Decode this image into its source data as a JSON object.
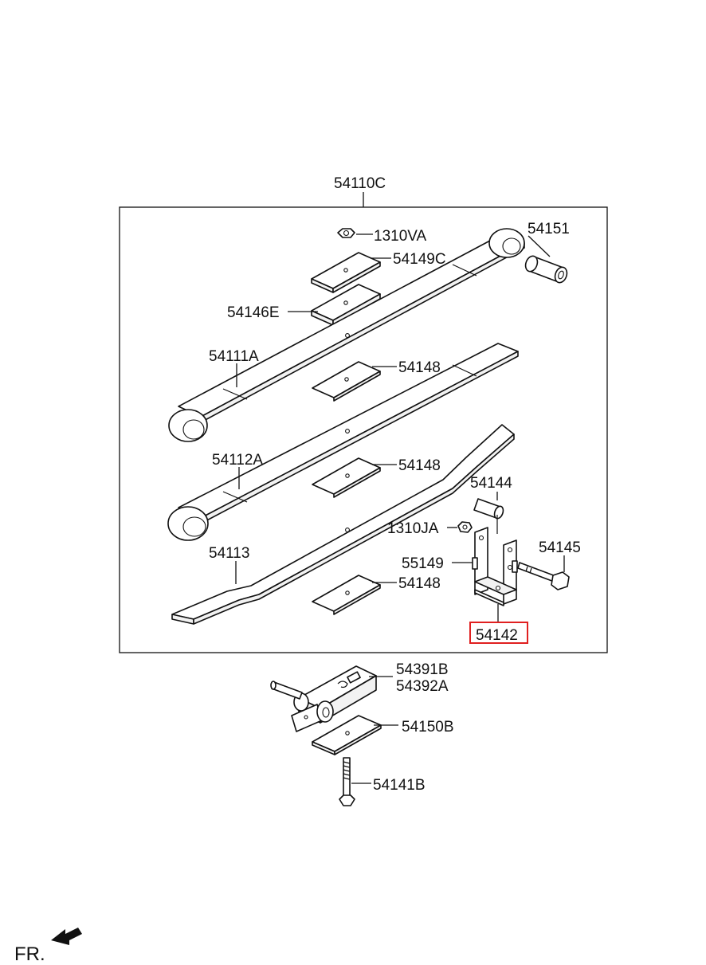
{
  "diagram": {
    "assembly_label": "54110C",
    "callouts": [
      {
        "id": "nut-top",
        "text": "1310VA"
      },
      {
        "id": "pad-top",
        "text": "54149C"
      },
      {
        "id": "bushing",
        "text": "54151"
      },
      {
        "id": "pad-e",
        "text": "54146E"
      },
      {
        "id": "leaf-1",
        "text": "54111A"
      },
      {
        "id": "insert-1",
        "text": "54148"
      },
      {
        "id": "leaf-2",
        "text": "54112A"
      },
      {
        "id": "insert-2",
        "text": "54148"
      },
      {
        "id": "pin",
        "text": "54144"
      },
      {
        "id": "nut-shackle",
        "text": "1310JA"
      },
      {
        "id": "leaf-3",
        "text": "54113"
      },
      {
        "id": "bolt-shackle",
        "text": "54145"
      },
      {
        "id": "shackle-plate",
        "text": "55149"
      },
      {
        "id": "insert-3",
        "text": "54148"
      },
      {
        "id": "shackle",
        "text": "54142",
        "highlighted": true
      },
      {
        "id": "bracket-a",
        "text": "54391B"
      },
      {
        "id": "bracket-b",
        "text": "54392A"
      },
      {
        "id": "pad-b",
        "text": "54150B"
      },
      {
        "id": "bolt-bottom",
        "text": "54141B"
      }
    ],
    "front_marker": "FR.",
    "highlight_color": "#e02020"
  }
}
